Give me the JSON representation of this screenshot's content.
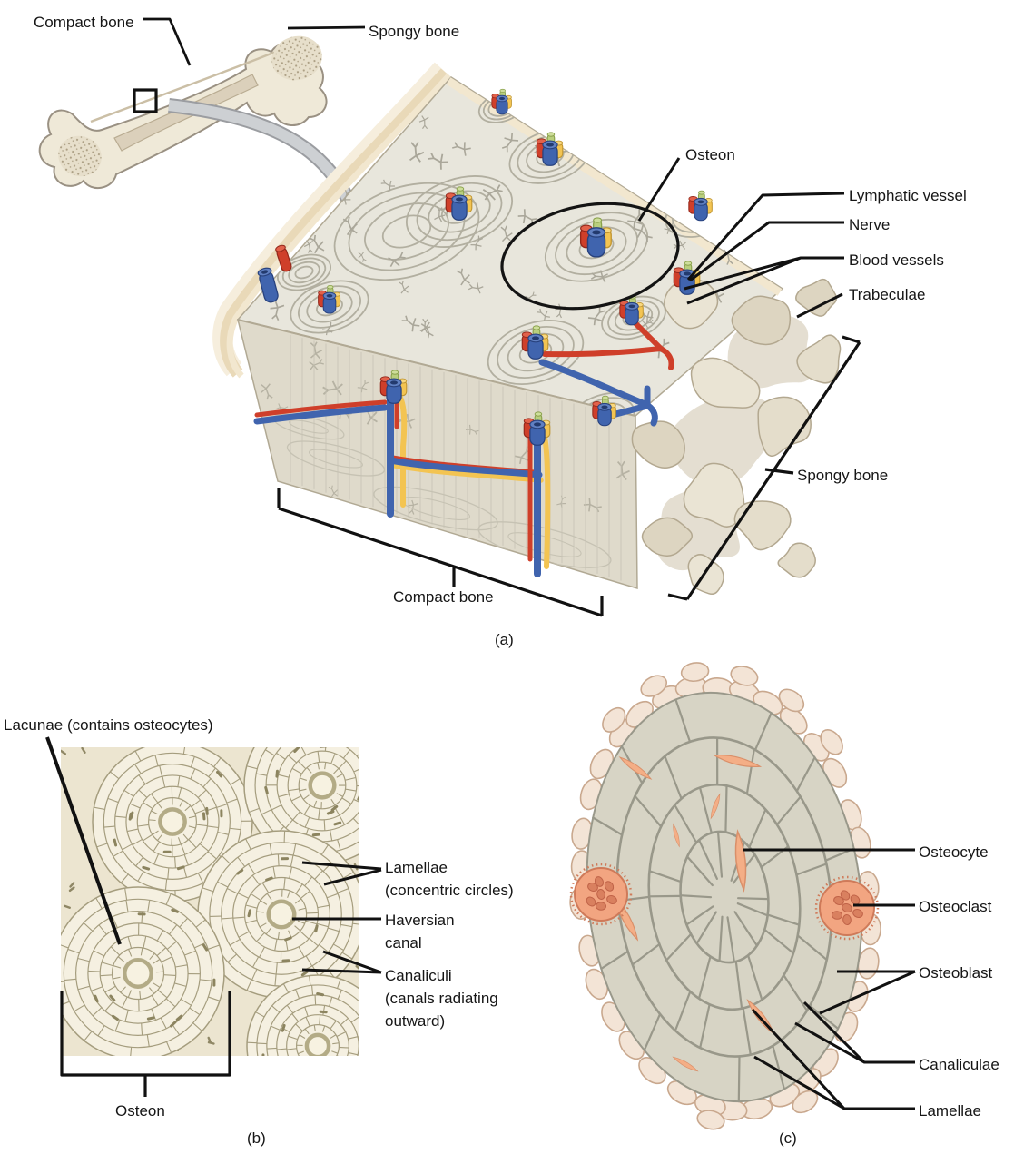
{
  "figure": {
    "panel_a": {
      "caption": "(a)",
      "labels": {
        "compact_bone_inset": "Compact bone",
        "spongy_bone_inset": "Spongy bone",
        "osteon": "Osteon",
        "lymphatic_vessel": "Lymphatic vessel",
        "nerve": "Nerve",
        "blood_vessels": "Blood vessels",
        "trabeculae": "Trabeculae",
        "spongy_bone": "Spongy bone",
        "compact_bone": "Compact bone"
      }
    },
    "panel_b": {
      "caption": "(b)",
      "labels": {
        "lacunae": "Lacunae (contains osteocytes)",
        "lamellae": "Lamellae\n(concentric circles)",
        "haversian_canal": "Haversian\ncanal",
        "canaliculi": "Canaliculi\n(canals radiating\noutward)",
        "osteon": "Osteon"
      }
    },
    "panel_c": {
      "caption": "(c)",
      "labels": {
        "osteocyte": "Osteocyte",
        "osteoclast": "Osteoclast",
        "osteoblast": "Osteoblast",
        "canaliculae": "Canaliculae",
        "lamellae": "Lamellae"
      }
    },
    "colors": {
      "artery_red": "#cc3b28",
      "vein_blue": "#3f63b0",
      "nerve_yellow": "#f2c14e",
      "lymphatic_green": "#b8cf7a",
      "bone_cream": "#efe9d8",
      "bone_matrix": "#d6d3c4",
      "cell_salmon": "#f2a581",
      "leader_black": "#111111"
    }
  }
}
